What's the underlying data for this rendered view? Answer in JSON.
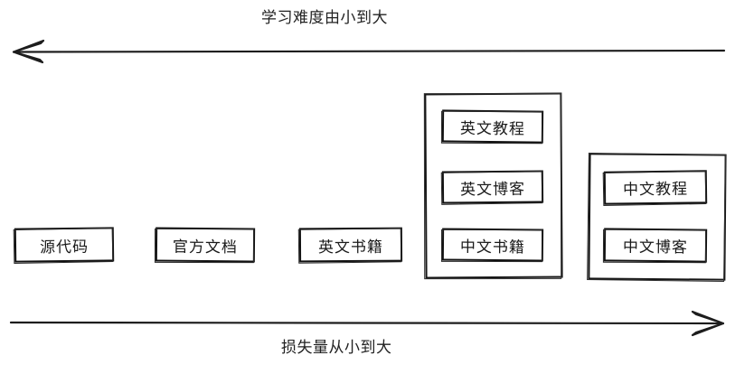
{
  "diagram": {
    "title_top": "学习难度由小到大",
    "title_bottom": "损失量从小到大",
    "top_arrow_direction": "left",
    "bottom_arrow_direction": "right",
    "stroke_color": "#111111",
    "text_color": "#1a1a1a",
    "background_color": "#ffffff"
  },
  "nodes": [
    {
      "id": "source-code",
      "label": "源代码"
    },
    {
      "id": "official-docs",
      "label": "官方文档"
    },
    {
      "id": "english-books",
      "label": "英文书籍"
    },
    {
      "id": "english-tutorial",
      "label": "英文教程"
    },
    {
      "id": "english-blog",
      "label": "英文博客"
    },
    {
      "id": "chinese-books",
      "label": "中文书籍"
    },
    {
      "id": "chinese-tutorial",
      "label": "中文教程"
    },
    {
      "id": "chinese-blog",
      "label": "中文博客"
    }
  ],
  "groups": [
    {
      "id": "english-group",
      "members": [
        "英文教程",
        "英文博客",
        "中文书籍"
      ]
    },
    {
      "id": "chinese-group",
      "members": [
        "中文教程",
        "中文博客"
      ]
    }
  ]
}
